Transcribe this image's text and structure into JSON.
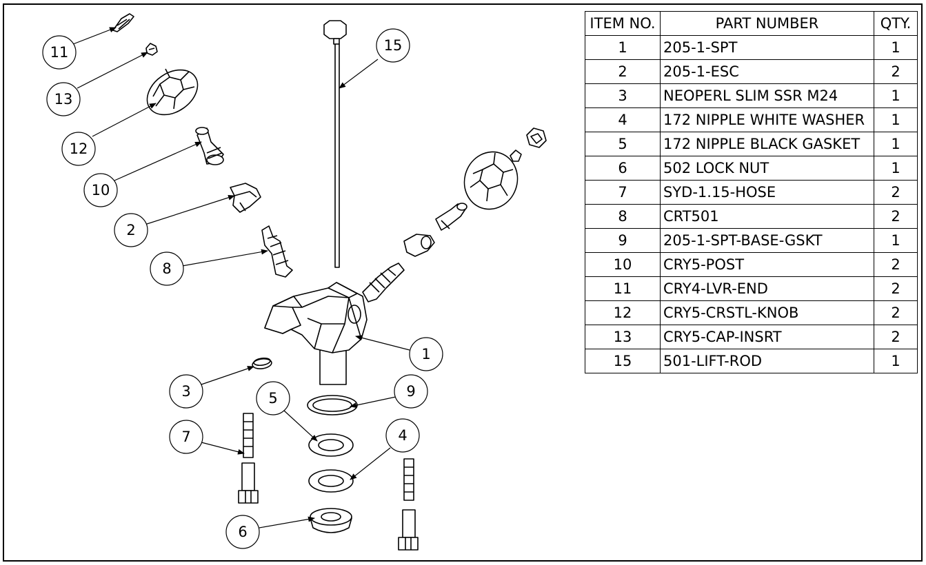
{
  "bom": {
    "headers": {
      "item_no": "ITEM NO.",
      "part_number": "PART NUMBER",
      "qty": "QTY."
    },
    "rows": [
      {
        "item": "1",
        "part": "205-1-SPT",
        "qty": "1"
      },
      {
        "item": "2",
        "part": "205-1-ESC",
        "qty": "2"
      },
      {
        "item": "3",
        "part": "NEOPERL SLIM SSR M24",
        "qty": "1"
      },
      {
        "item": "4",
        "part": "172 NIPPLE WHITE WASHER",
        "qty": "1"
      },
      {
        "item": "5",
        "part": "172 NIPPLE BLACK GASKET",
        "qty": "1"
      },
      {
        "item": "6",
        "part": "502 LOCK NUT",
        "qty": "1"
      },
      {
        "item": "7",
        "part": "SYD-1.15-HOSE",
        "qty": "2"
      },
      {
        "item": "8",
        "part": "CRT501",
        "qty": "2"
      },
      {
        "item": "9",
        "part": "205-1-SPT-BASE-GSKT",
        "qty": "1"
      },
      {
        "item": "10",
        "part": "CRY5-POST",
        "qty": "2"
      },
      {
        "item": "11",
        "part": "CRY4-LVR-END",
        "qty": "2"
      },
      {
        "item": "12",
        "part": "CRY5-CRSTL-KNOB",
        "qty": "2"
      },
      {
        "item": "13",
        "part": "CRY5-CAP-INSRT",
        "qty": "2"
      },
      {
        "item": "15",
        "part": "501-LIFT-ROD",
        "qty": "1"
      }
    ]
  },
  "balloons": [
    "11",
    "13",
    "12",
    "10",
    "2",
    "8",
    "15",
    "1",
    "3",
    "5",
    "9",
    "7",
    "4",
    "6"
  ]
}
